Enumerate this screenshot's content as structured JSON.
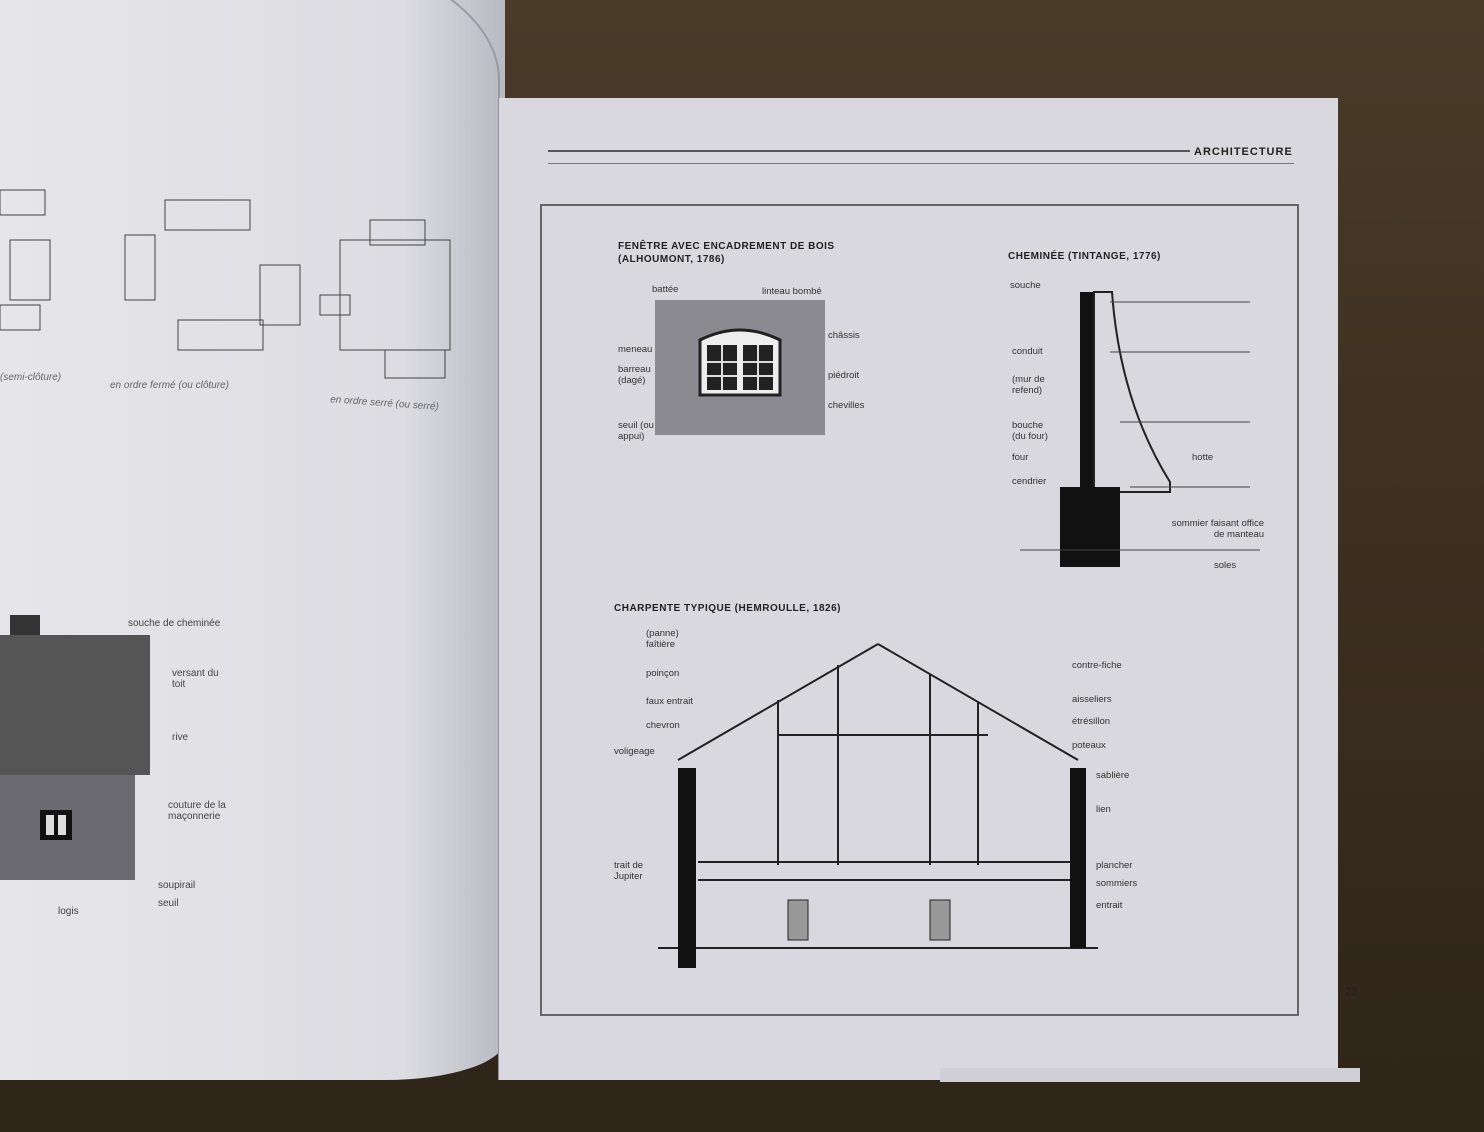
{
  "running_head": "Architecture",
  "page_number": "23",
  "left_page": {
    "captions": [
      "(semi-clôture)",
      "en ordre fermé (ou clôture)",
      "en ordre serré (ou serré)"
    ],
    "house_labels": [
      "souche de cheminée",
      "versant du toit",
      "rive",
      "couture de la maçonnerie",
      "soupirail",
      "seuil",
      "logis"
    ]
  },
  "figures": {
    "fenetre": {
      "title": "Fenêtre avec encadrement de bois (Alhoumont, 1786)",
      "labels": [
        "battée",
        "linteau bombé",
        "châssis",
        "meneau",
        "barreau (dagé)",
        "piédroit",
        "chevilles",
        "seuil (ou appui)"
      ]
    },
    "cheminee": {
      "title": "Cheminée (Tintange, 1776)",
      "labels": [
        "souche",
        "conduit",
        "(mur de refend)",
        "bouche (du four)",
        "four",
        "cendrier",
        "hotte",
        "sommier faisant office de manteau",
        "soles"
      ]
    },
    "charpente": {
      "title": "Charpente typique (Hemroulle, 1826)",
      "labels_left": [
        "(panne) faîtière",
        "poinçon",
        "faux entrait",
        "chevron",
        "voligeage",
        "trait de Jupiter"
      ],
      "labels_right": [
        "contre-fiche",
        "aisseliers",
        "étrésillon",
        "poteaux",
        "sablière",
        "lien",
        "plancher",
        "sommiers",
        "entrait"
      ]
    }
  },
  "colors": {
    "page": "#d8d8de",
    "ink": "#222222",
    "table": "#3a2c1e"
  }
}
